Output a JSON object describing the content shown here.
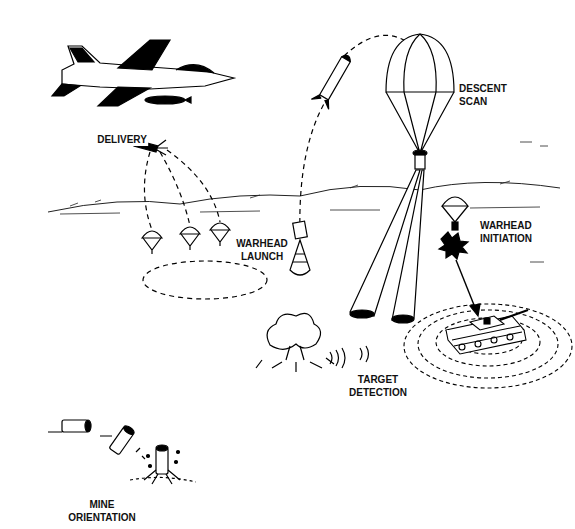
{
  "diagram": {
    "labels": [
      "DELIVERY",
      "DESCENT SCAN",
      "WARHEAD LAUNCH",
      "WARHEAD INITIATION",
      "TARGET DETECTION",
      "MINE ORIENTATION"
    ]
  }
}
